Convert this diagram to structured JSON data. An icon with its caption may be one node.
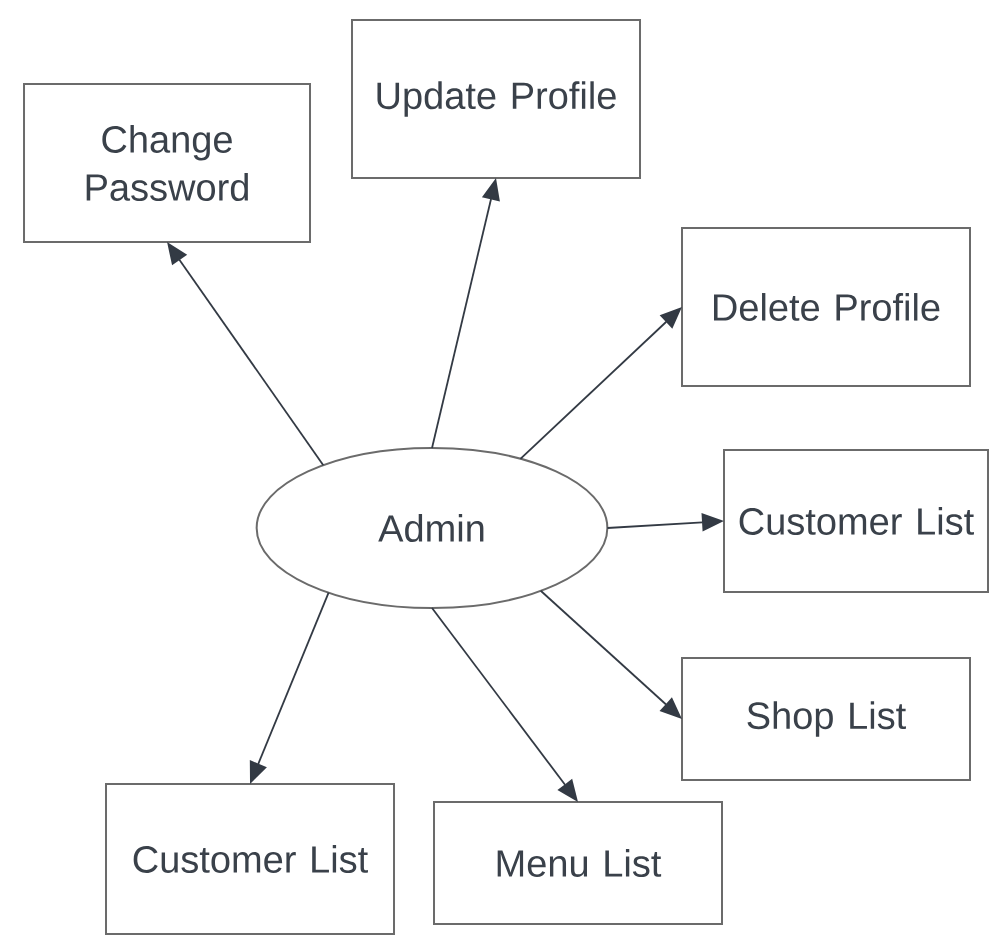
{
  "diagram": {
    "nodes": [
      {
        "text": [
          "Update Profile"
        ]
      },
      {
        "text": [
          "Change Password"
        ]
      },
      {
        "text": [
          "Delete Profile"
        ]
      },
      {
        "text": [
          "Customer List"
        ]
      },
      {
        "text": [
          "Admin"
        ]
      },
      {
        "text": [
          "Shop List"
        ]
      },
      {
        "text": [
          "Customer List"
        ]
      },
      {
        "text": [
          "Menu List"
        ]
      }
    ],
    "edges": [
      {
        "from": 4,
        "to": 0,
        "arrow": "to"
      },
      {
        "from": 4,
        "to": 1,
        "arrow": "to"
      },
      {
        "from": 4,
        "to": 2,
        "arrow": "to"
      },
      {
        "from": 4,
        "to": 3,
        "arrow": "to"
      },
      {
        "from": 4,
        "to": 5,
        "arrow": "to"
      },
      {
        "from": 4,
        "to": 6,
        "arrow": "to"
      },
      {
        "from": 4,
        "to": 7,
        "arrow": "to"
      }
    ]
  }
}
